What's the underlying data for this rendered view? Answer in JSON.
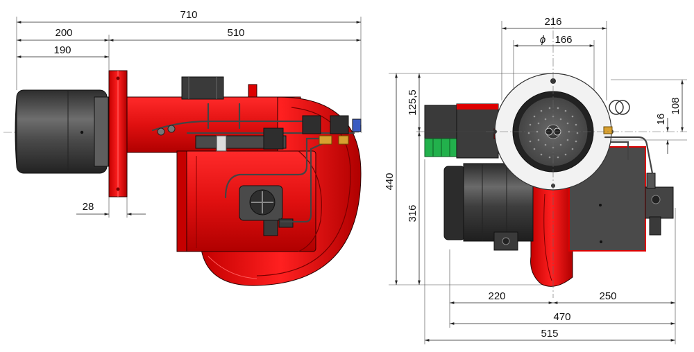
{
  "dimensions": {
    "side_view": {
      "total_length": "710",
      "head_length": "200",
      "head_to_flange": "190",
      "body_length": "510",
      "flange_thickness": "28"
    },
    "front_view": {
      "housing_width": "216",
      "blast_tube_diameter_symbol": "ϕ",
      "blast_tube_diameter": "166",
      "upper_offset": "125,5",
      "right_upper_height": "108",
      "right_small_offset": "16",
      "total_height": "440",
      "lower_height": "316",
      "left_width": "220",
      "right_width": "250",
      "base_width": "470",
      "total_width": "515"
    }
  },
  "colors": {
    "body_red": "#e01010",
    "body_red_dark": "#a00000",
    "motor_dark": "#3c3c3c",
    "motor_mid": "#5a5a5a",
    "plate_white": "#f2f2f2",
    "connector_green": "#22b14c"
  }
}
